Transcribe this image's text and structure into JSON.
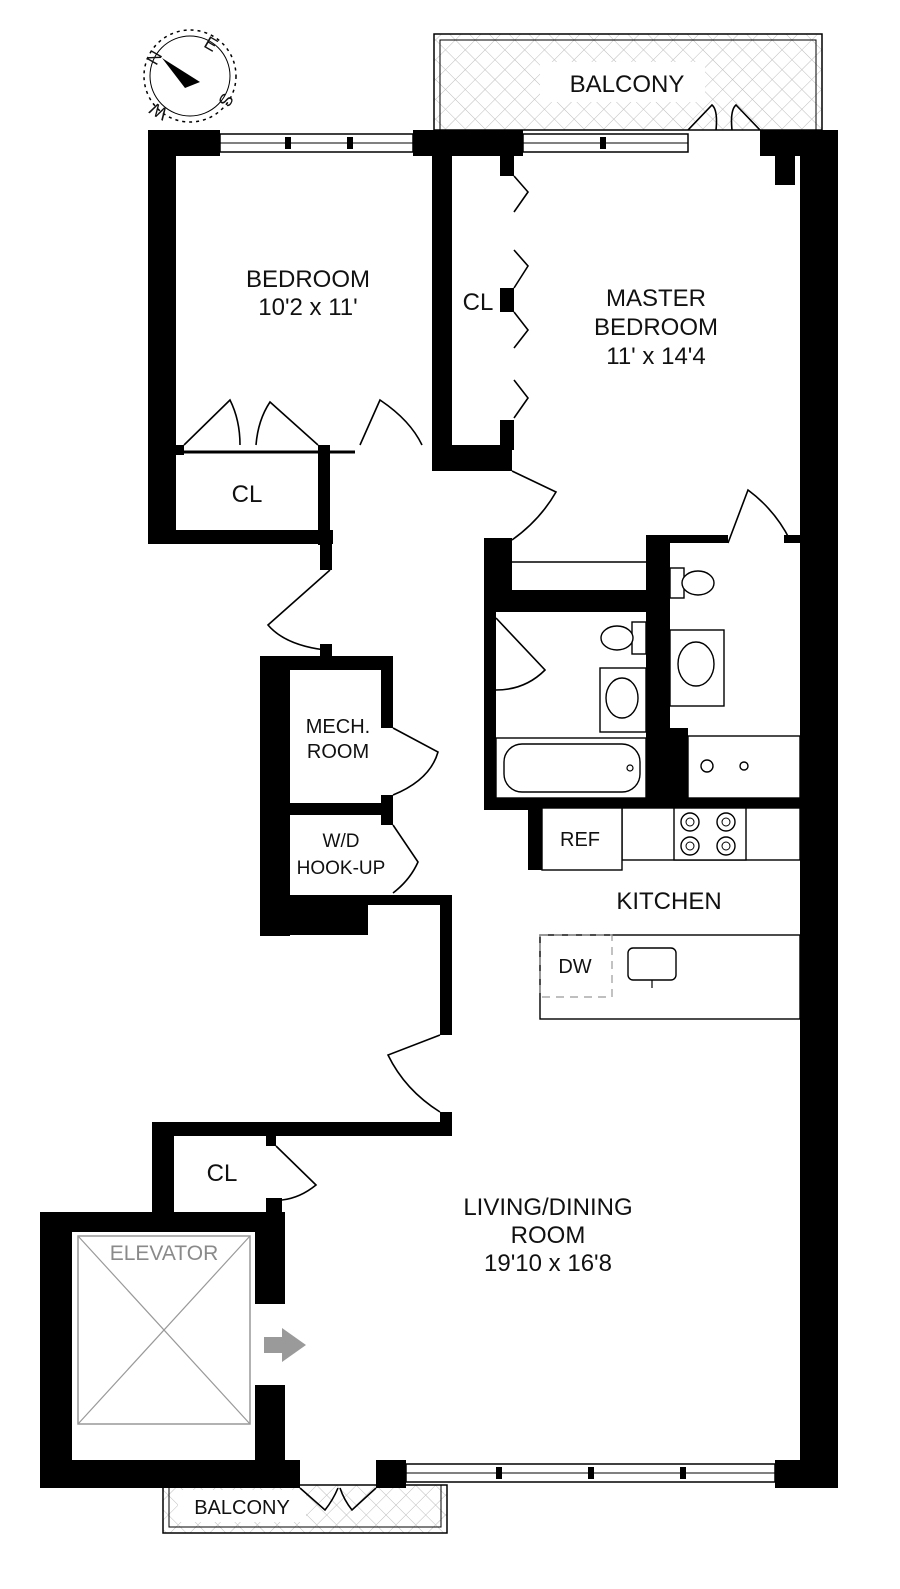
{
  "compass": {
    "letters": [
      "N",
      "E",
      "S",
      "W"
    ]
  },
  "rooms": {
    "balcony_top": "BALCONY",
    "bedroom": {
      "name": "BEDROOM",
      "size": "10'2 x 11'"
    },
    "master_bedroom": {
      "name_line1": "MASTER",
      "name_line2": "BEDROOM",
      "size": "11' x 14'4"
    },
    "closet_master": "CL",
    "closet_bedroom": "CL",
    "mech_room": {
      "line1": "MECH.",
      "line2": "ROOM"
    },
    "wd_hookup": {
      "line1": "W/D",
      "line2": "HOOK-UP"
    },
    "ref": "REF",
    "kitchen": "KITCHEN",
    "dw": "DW",
    "closet_entry": "CL",
    "living_dining": {
      "line1": "LIVING/DINING",
      "line2": "ROOM",
      "size": "19'10 x 16'8"
    },
    "elevator": "ELEVATOR",
    "balcony_bottom": "BALCONY"
  },
  "colors": {
    "wall": "#000000",
    "elevator_label": "#8a8a8a",
    "arrow": "#9a9a9a",
    "background": "#ffffff"
  }
}
